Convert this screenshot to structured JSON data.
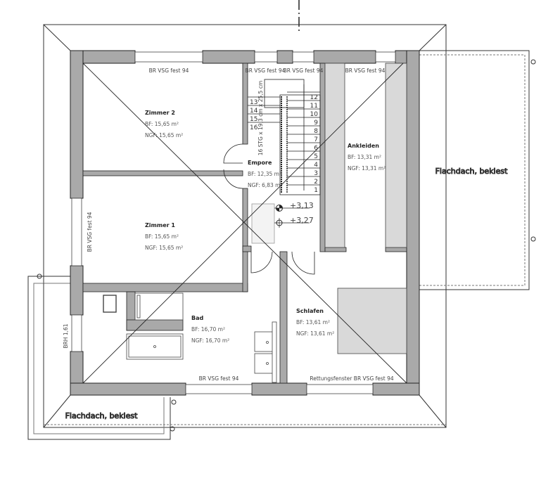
{
  "rooms": [
    {
      "name": "Zimmer 2",
      "bf": "BF: 15,65 m²",
      "ngf": "NGF: 15,65 m²"
    },
    {
      "name": "Zimmer 1",
      "bf": "BF: 15,65 m²",
      "ngf": "NGF: 15,65 m²"
    },
    {
      "name": "Empore",
      "bf": "BF: 12,35 m²",
      "ngf": "NGF: 6,83 m²"
    },
    {
      "name": "Ankleiden",
      "bf": "BF: 13,31 m²",
      "ngf": "NGF: 13,31 m²"
    },
    {
      "name": "Bad",
      "bf": "BF: 16,70 m²",
      "ngf": "NGF: 16,70 m²"
    },
    {
      "name": "Schlafen",
      "bf": "BF: 13,61 m²",
      "ngf": "NGF: 13,61 m²"
    }
  ],
  "windows": {
    "top1": "BR VSG fest 94",
    "top2": "BR VSG fest 94",
    "top3": "BR VSG fest 94",
    "top4": "BR VSG fest 94",
    "left": "BR VSG fest 94",
    "bottom1": "BR VSG fest 94",
    "bottom2": "Rettungsfenster BR VSG fest 94",
    "brh": "BRH 1,61"
  },
  "roofs": {
    "right": "Flachdach, bekiest",
    "left": "Flachdach, bekiest"
  },
  "stair": {
    "label": "16 STG x 19,3 cm x 25,5 cm",
    "steps": [
      "1",
      "2",
      "3",
      "4",
      "5",
      "6",
      "7",
      "8",
      "9",
      "10",
      "11",
      "12",
      "13",
      "14",
      "15",
      "16"
    ]
  },
  "levels": {
    "a": "+3,13",
    "b": "+3,27"
  },
  "colors": {
    "wall": "#a9a9a9",
    "furniture": "#d9d9d9",
    "line": "#222222"
  }
}
